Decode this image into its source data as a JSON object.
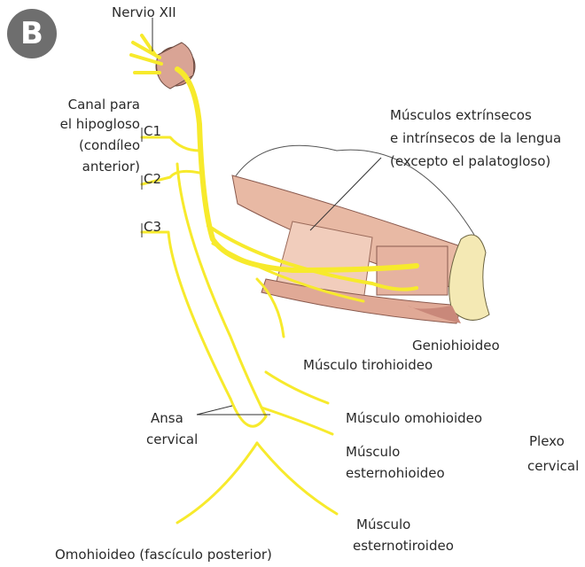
{
  "badge": "B",
  "labels": {
    "nervio_xii": "Nervio XII",
    "canal_1": "Canal para",
    "canal_2": "el hipogloso",
    "canal_3": "(condíleo",
    "canal_4": "anterior)",
    "c1": "C1",
    "c2": "C2",
    "c3": "C3",
    "musc_1": "Músculos extrínsecos",
    "musc_2": "e intrínsecos de la lengua",
    "musc_3": "(excepto el palatogloso)",
    "geniohioideo": "Geniohioideo",
    "tirohioideo": "Músculo tirohioideo",
    "ansa_1": "Ansa",
    "ansa_2": "cervical",
    "omohioideo": "Músculo omohioideo",
    "esternohioideo_1": "Músculo",
    "esternohioideo_2": "esternohioideo",
    "plexo_1": "Plexo",
    "plexo_2": "cervical",
    "esternotiroideo_1": "Músculo",
    "esternotiroideo_2": "esternotiroideo",
    "omohioideo_post": "Omohioideo (fascículo posterior)"
  },
  "colors": {
    "nerve": "#f7ea2c",
    "nerve_edge": "#cdbd10",
    "muscle": "#e8b9a4",
    "muscle_dark": "#c9887a",
    "bone": "#f4e9b4"
  }
}
